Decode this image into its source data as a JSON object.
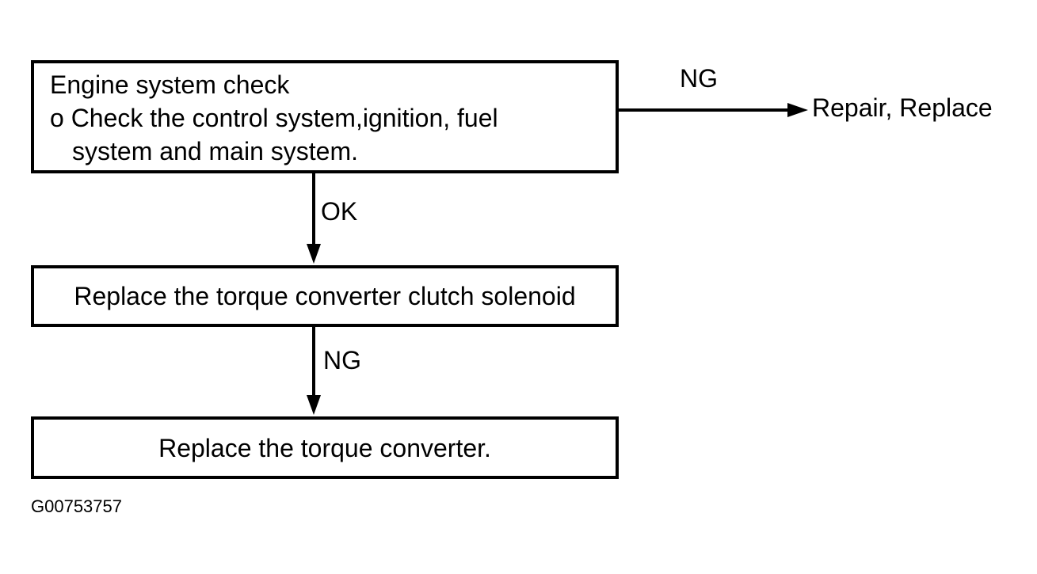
{
  "flowchart": {
    "step1": {
      "line1": "Engine system check",
      "line2": "o Check the control system,ignition, fuel",
      "line3": "system and main system."
    },
    "step2": {
      "text": "Replace the torque converter clutch solenoid"
    },
    "step3": {
      "text": "Replace the torque converter."
    },
    "branch_ng_right": {
      "label": "NG",
      "target": "Repair, Replace"
    },
    "branch_ok_down": {
      "label": "OK"
    },
    "branch_ng_down": {
      "label": "NG"
    }
  },
  "figure_id": "G00753757",
  "colors": {
    "line": "#000000",
    "background": "#ffffff"
  }
}
